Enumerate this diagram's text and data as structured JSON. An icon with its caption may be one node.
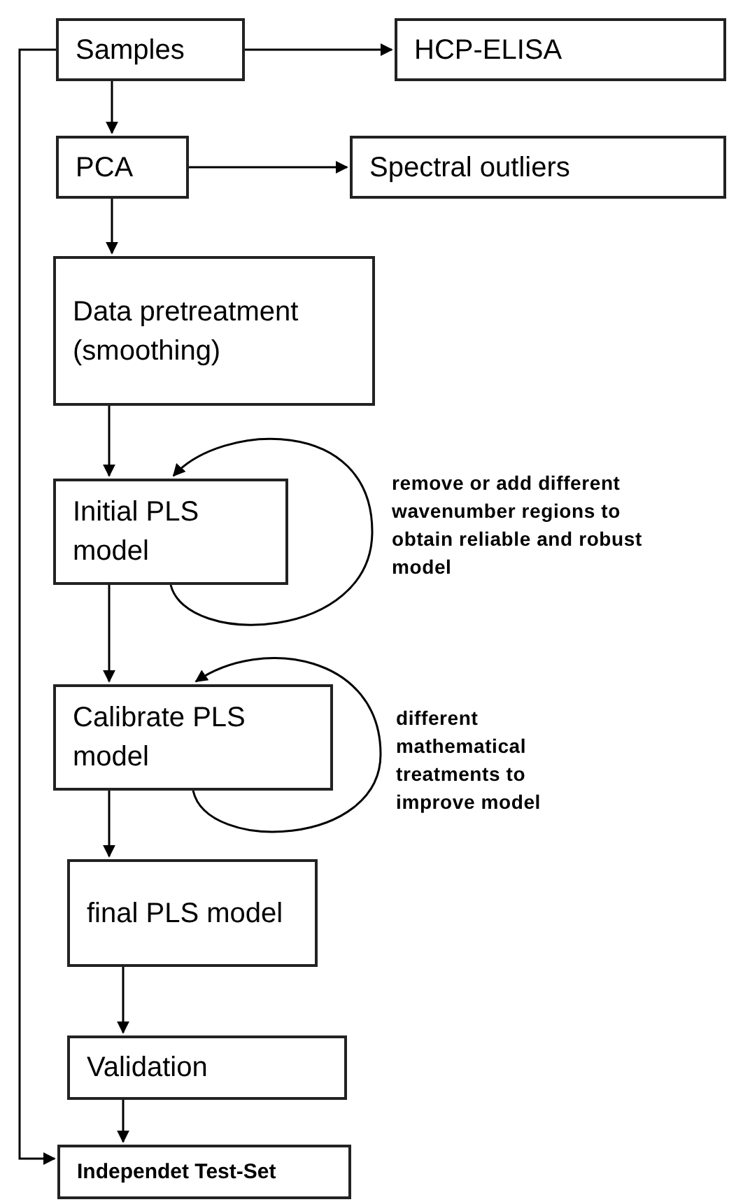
{
  "diagram": {
    "nodes": [
      {
        "text": [
          "Samples"
        ]
      },
      {
        "text": [
          "HCP-ELISA"
        ]
      },
      {
        "text": [
          "PCA"
        ]
      },
      {
        "text": [
          "Spectral outliers"
        ]
      },
      {
        "text": [
          "Data pretreatment (smoothing)"
        ]
      },
      {
        "text": [
          "Initial PLS model"
        ]
      },
      {
        "text": [
          "Calibrate PLS model"
        ]
      },
      {
        "text": [
          "final PLS model"
        ]
      },
      {
        "text": [
          "Validation"
        ]
      },
      {
        "text": [
          "Independet Test-Set"
        ]
      }
    ],
    "edges": [
      {
        "from": 0,
        "to": 1,
        "arrow": "to"
      },
      {
        "from": 0,
        "to": 2,
        "arrow": "to"
      },
      {
        "from": 2,
        "to": 3,
        "arrow": "to"
      },
      {
        "from": 2,
        "to": 4,
        "arrow": "to"
      },
      {
        "from": 4,
        "to": 5,
        "arrow": "to"
      },
      {
        "from": 5,
        "to": 5,
        "arrow": "to",
        "label": "remove or add different wavenumber regions to obtain reliable and robust model"
      },
      {
        "from": 5,
        "to": 6,
        "arrow": "to"
      },
      {
        "from": 6,
        "to": 6,
        "arrow": "to",
        "label": "different mathematical treatments to improve model"
      },
      {
        "from": 6,
        "to": 7,
        "arrow": "to"
      },
      {
        "from": 7,
        "to": 8,
        "arrow": "to"
      },
      {
        "from": 8,
        "to": 9,
        "arrow": "to"
      },
      {
        "from": 0,
        "to": 9,
        "arrow": "to"
      }
    ]
  }
}
